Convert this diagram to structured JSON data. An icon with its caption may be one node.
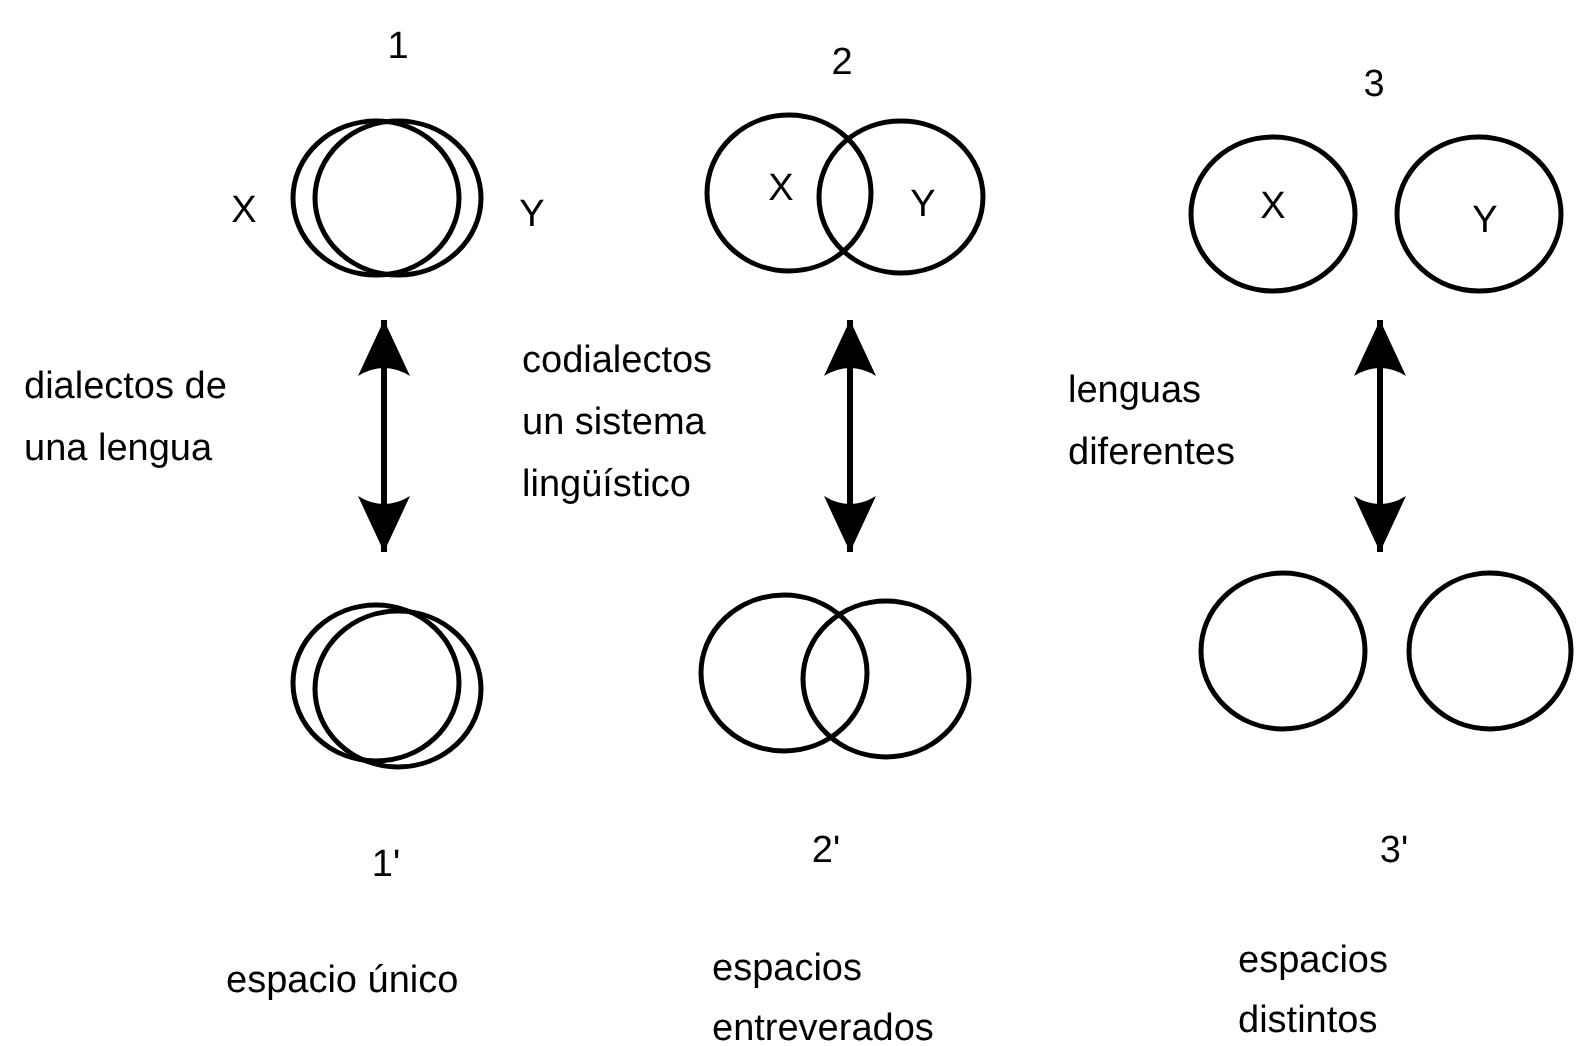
{
  "diagram": {
    "nodes": [
      {
        "text": [
          "1",
          "X",
          "Y"
        ]
      },
      {
        "text": [],
        "shape": "circle",
        "in": 0
      },
      {
        "text": [],
        "shape": "circle",
        "in": 0
      },
      {
        "text": [
          "2"
        ]
      },
      {
        "text": [
          "X"
        ],
        "in": 3
      },
      {
        "text": [
          "Y"
        ],
        "in": 3
      },
      {
        "text": [
          "3"
        ]
      },
      {
        "text": [
          "X"
        ],
        "in": 6
      },
      {
        "text": [
          "Y"
        ],
        "in": 6
      },
      {
        "text": [
          "1'"
        ],
        "beside": [
          "espacio único"
        ]
      },
      {
        "text": [],
        "shape": "circle",
        "in": 9
      },
      {
        "text": [],
        "shape": "circle",
        "in": 9
      },
      {
        "text": [
          "2'"
        ],
        "beside": [
          "espacios entreverados"
        ]
      },
      {
        "text": [],
        "shape": "circle",
        "in": 12
      },
      {
        "text": [],
        "shape": "circle",
        "in": 12
      },
      {
        "text": [
          "3'"
        ],
        "beside": [
          "espacios distintos"
        ]
      },
      {
        "text": [],
        "shape": "circle",
        "in": 15
      },
      {
        "text": [],
        "shape": "circle",
        "in": 15
      }
    ],
    "edges": [
      {
        "from": 0,
        "to": 9,
        "arrow": "both",
        "label": "dialectos de una lengua"
      },
      {
        "from": 3,
        "to": 12,
        "arrow": "both",
        "label": "codialectos un sistema lingüístico"
      },
      {
        "from": 6,
        "to": 15,
        "arrow": "both",
        "label": "lenguas diferentes"
      }
    ]
  }
}
